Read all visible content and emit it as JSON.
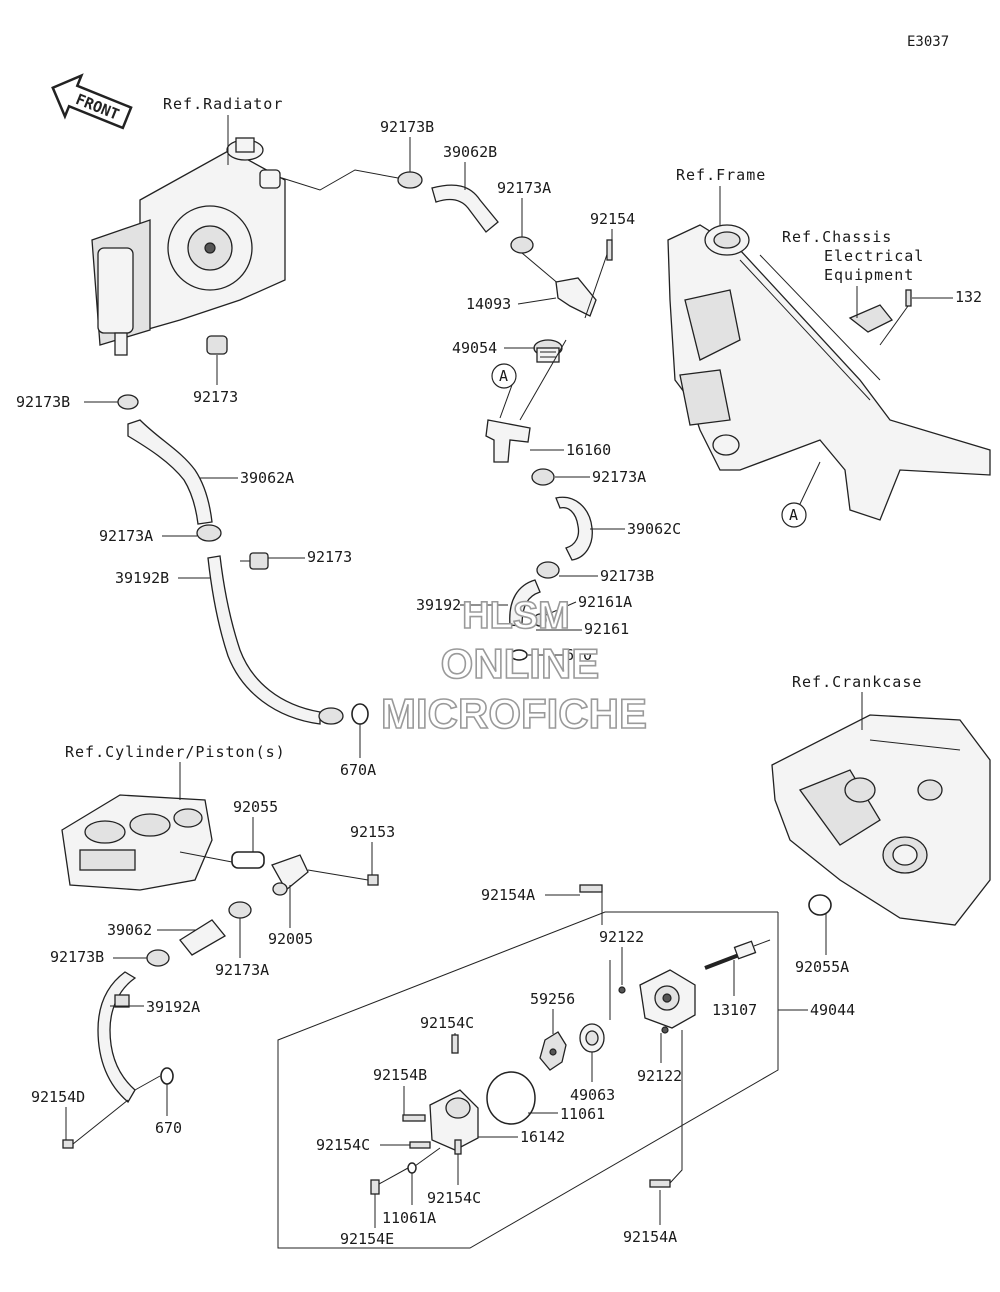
{
  "diagram_code": "E3037",
  "front_label": "FRONT",
  "refs": {
    "radiator": "Ref.Radiator",
    "frame": "Ref.Frame",
    "chassis_1": "Ref.Chassis",
    "chassis_2": "Electrical",
    "chassis_3": "Equipment",
    "cylinder": "Ref.Cylinder/Piston(s)",
    "crankcase": "Ref.Crankcase"
  },
  "callouts": {
    "a_upper": "A",
    "a_lower": "A"
  },
  "watermark": {
    "line1": "HLSM",
    "line2": "ONLINE",
    "line3": "MICROFICHE"
  },
  "parts": {
    "p92173B_top": "92173B",
    "p39062B": "39062B",
    "p92173A_top": "92173A",
    "p92154_top": "92154",
    "p14093": "14093",
    "p49054": "49054",
    "p16160": "16160",
    "p92173A_mid": "92173A",
    "p39062C": "39062C",
    "p92173B_mid": "92173B",
    "p39192": "39192",
    "p92161A": "92161A",
    "p92161": "92161",
    "p670": "670",
    "p92173B_left": "92173B",
    "p92173_rad": "92173",
    "p39062A": "39062A",
    "p92173A_left": "92173A",
    "p92173_sensor": "92173",
    "p39192B": "39192B",
    "p670A": "670A",
    "p132": "132",
    "p92055": "92055",
    "p92153": "92153",
    "p92005": "92005",
    "p39062": "39062",
    "p92173A_bot": "92173A",
    "p92173B_bot": "92173B",
    "p39192A": "39192A",
    "p92154D": "92154D",
    "p670_bot": "670",
    "p92154A_top": "92154A",
    "p92122_top": "92122",
    "p92055A": "92055A",
    "p13107": "13107",
    "p49044": "49044",
    "p59256": "59256",
    "p92154C_top": "92154C",
    "p92154B": "92154B",
    "p49063": "49063",
    "p92122_bot": "92122",
    "p11061": "11061",
    "p16142": "16142",
    "p92154C_left": "92154C",
    "p92154C_bot": "92154C",
    "p11061A": "11061A",
    "p92154E": "92154E",
    "p92154A_bot": "92154A"
  }
}
